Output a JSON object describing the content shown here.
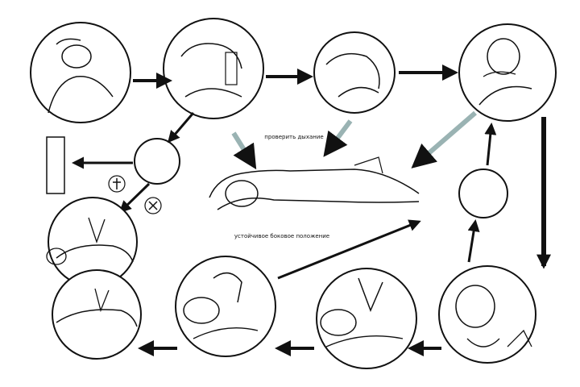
{
  "diagram": {
    "steps": [
      {
        "id": "check-consciousness",
        "label": ""
      },
      {
        "id": "check-breathing",
        "label": ""
      },
      {
        "id": "airway",
        "label": ""
      },
      {
        "id": "look-listen-feel",
        "label": ""
      },
      {
        "id": "chin-lift",
        "label": ""
      },
      {
        "id": "rescue-breaths",
        "label": ""
      },
      {
        "id": "chest-compressions",
        "label": ""
      },
      {
        "id": "cpr-cycle",
        "label": ""
      },
      {
        "id": "defibrillation",
        "label": ""
      }
    ],
    "decisions": [
      {
        "id": "decision-left",
        "label": ""
      },
      {
        "id": "decision-right",
        "label": ""
      }
    ],
    "recovery_position": {
      "label": "устойчивое боковое положение"
    },
    "breathing_check_note": "проверить дыхание",
    "call_help_box": "",
    "arrow_labels": [
      "",
      "",
      "",
      "",
      "",
      ""
    ],
    "side_label": ""
  }
}
